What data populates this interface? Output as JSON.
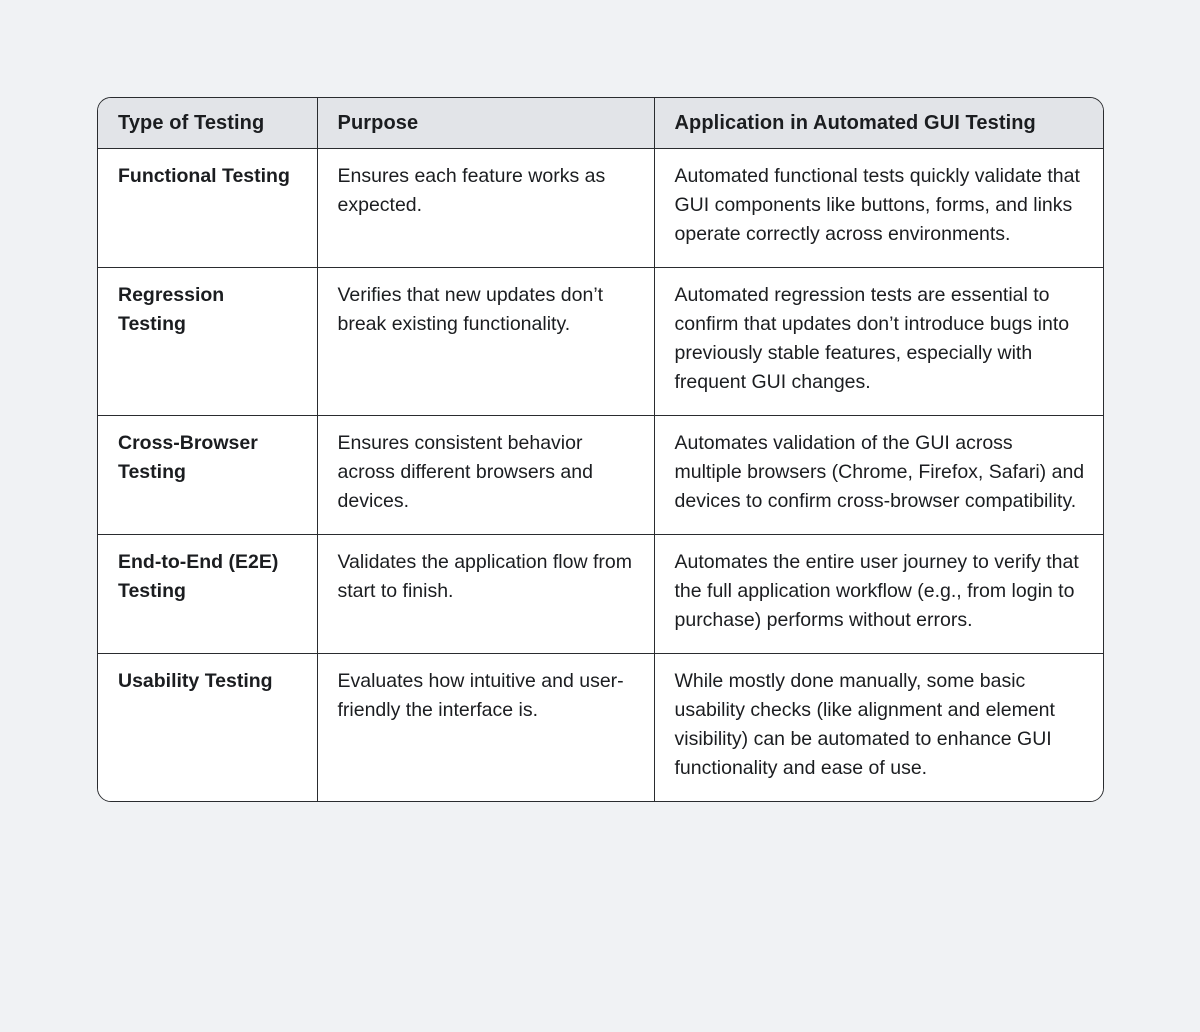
{
  "page": {
    "background_color": "#f0f2f4",
    "card_background": "#ffffff",
    "header_background": "#e2e4e8",
    "border_color": "#2a2c2f",
    "text_color": "#1b1d20"
  },
  "table": {
    "columns": [
      "Type of Testing",
      "Purpose",
      "Application in Automated GUI Testing"
    ],
    "rows": [
      {
        "type": "Functional Testing",
        "purpose": "Ensures each feature works as expected.",
        "application": "Automated functional tests quickly validate that GUI components like buttons, forms, and links operate correctly across environments."
      },
      {
        "type": "Regression Testing",
        "purpose": "Verifies that new updates don’t break existing functionality.",
        "application": "Automated regression tests are essential to confirm that updates don’t introduce bugs into previously stable features, especially with frequent GUI changes."
      },
      {
        "type": "Cross-Browser Testing",
        "purpose": "Ensures consistent behavior across different browsers and devices.",
        "application": "Automates validation of the GUI across multiple browsers (Chrome, Firefox, Safari) and devices to confirm cross-browser compatibility."
      },
      {
        "type": "End-to-End (E2E) Testing",
        "purpose": "Validates the application flow from start to finish.",
        "application": "Automates the entire user journey to verify that the full application workflow (e.g., from login to purchase) performs without errors."
      },
      {
        "type": "Usability Testing",
        "purpose": "Evaluates how intuitive and user-friendly the interface is.",
        "application": "While mostly done manually, some basic usability checks (like alignment and element visibility) can be automated to enhance GUI functionality and ease of use."
      }
    ]
  }
}
